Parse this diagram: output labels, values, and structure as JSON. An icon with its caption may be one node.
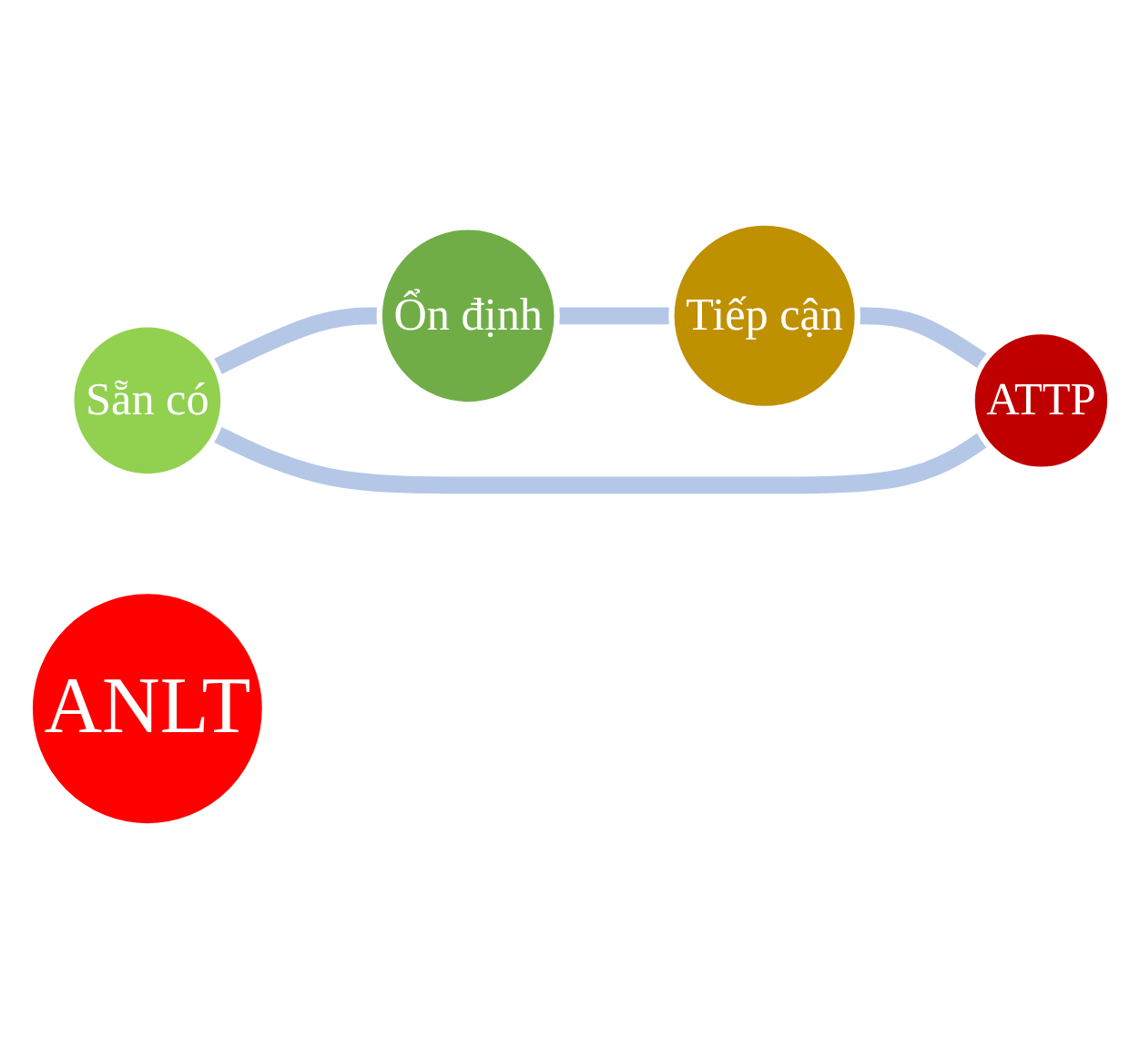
{
  "diagram": {
    "nodes": [
      {
        "text": [
          "Sẵn có"
        ]
      },
      {
        "text": [
          "ATTP"
        ]
      },
      {
        "text": [
          "ANLT"
        ]
      },
      {
        "text": [
          "Ổn định"
        ]
      },
      {
        "text": [
          "Tiếp cận"
        ]
      }
    ],
    "edges": [
      {
        "from": 0,
        "to": 3,
        "arrow": "none"
      },
      {
        "from": 3,
        "to": 4,
        "arrow": "none"
      },
      {
        "from": 4,
        "to": 1,
        "arrow": "none"
      },
      {
        "from": 1,
        "to": 0,
        "arrow": "none"
      }
    ]
  }
}
